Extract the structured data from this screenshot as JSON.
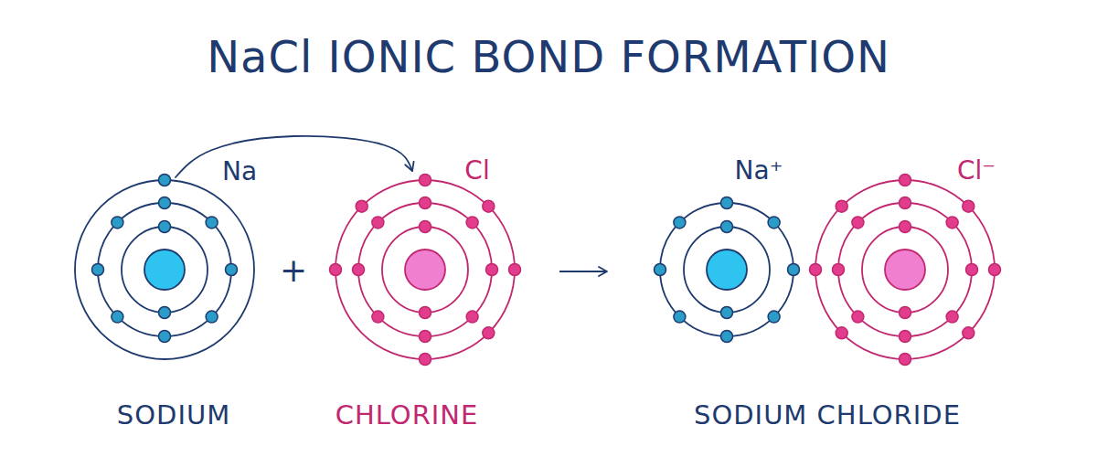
{
  "diagram": {
    "title": "NaCl IONIC BOND FORMATION",
    "nodes": [
      {
        "text": [
          "Na",
          "SODIUM"
        ]
      },
      {
        "text": [
          "Cl",
          "CHLORINE"
        ]
      },
      {
        "text": [
          "Na⁺"
        ]
      },
      {
        "text": [
          "Cl⁻"
        ]
      }
    ],
    "edges": [
      {
        "from": 0,
        "to": 1,
        "arrow": "to"
      }
    ],
    "labels": [
      "+",
      "SODIUM CHLORIDE"
    ]
  }
}
